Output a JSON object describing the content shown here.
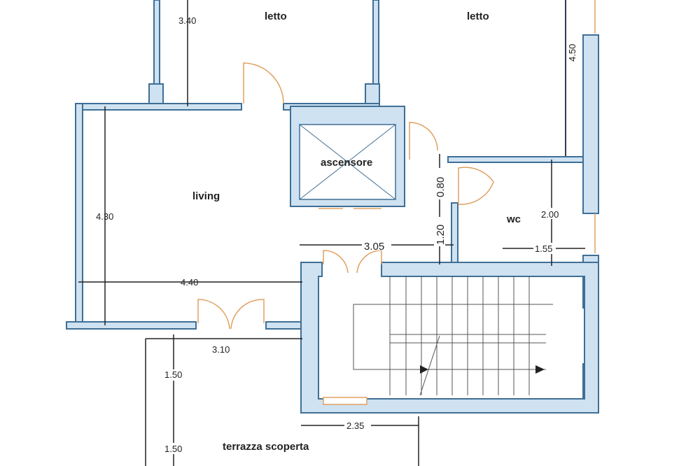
{
  "rooms": {
    "bedroom_left": "letto",
    "bedroom_right": "letto",
    "elevator": "ascensore",
    "living": "living",
    "wc": "wc",
    "terrace": "terrazza scoperta"
  },
  "dimensions": {
    "bedroom_left_height": "3.40",
    "bedroom_right_height": "4.50",
    "living_height": "4.30",
    "living_width": "4.40",
    "corridor_width": "3.05",
    "corridor_door": "0.80",
    "corridor_lower": "1.20",
    "wc_height": "2.00",
    "wc_width": "1.55",
    "terrace_width": "3.10",
    "terrace_depth_1": "1.50",
    "terrace_depth_2": "1.50",
    "stair_landing": "2.35"
  },
  "colors": {
    "wall_fill": "#cfe2f1",
    "wall_stroke": "#3f6f96",
    "door": "#e0a060"
  }
}
